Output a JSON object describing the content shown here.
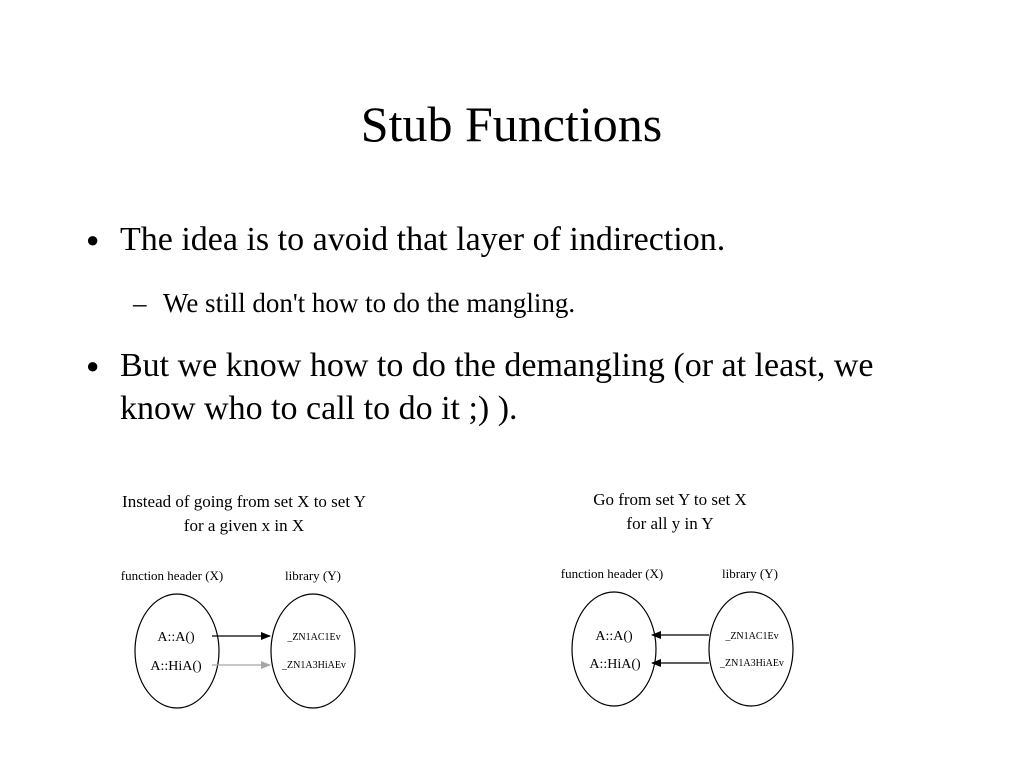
{
  "slide": {
    "title": "Stub Functions",
    "bullets": [
      {
        "marker": "●",
        "text": "The idea is to avoid that layer of indirection."
      },
      {
        "marker": "–",
        "text": "We still don't how to do the mangling."
      },
      {
        "marker": "●",
        "text": "But we know how to do the demangling (or at least, we know who to call to do it ;) )."
      }
    ]
  },
  "diagrams": {
    "left": {
      "caption_line1": "Instead of going from set X to set Y",
      "caption_line2": "for a given x in X",
      "set_x_label": "function header (X)",
      "set_y_label": "library (Y)",
      "x_items": [
        "A::A()",
        "A::HiA()"
      ],
      "y_items": [
        "_ZN1AC1Ev",
        "_ZN1A3HiAEv"
      ],
      "arrow_direction": "x-to-y",
      "arrow_colors": [
        "#000000",
        "#a6a6a6"
      ]
    },
    "right": {
      "caption_line1": "Go from set Y to set X",
      "caption_line2": "for all y in Y",
      "set_x_label": "function header (X)",
      "set_y_label": "library (Y)",
      "x_items": [
        "A::A()",
        "A::HiA()"
      ],
      "y_items": [
        "_ZN1AC1Ev",
        "_ZN1A3HiAEv"
      ],
      "arrow_direction": "y-to-x",
      "arrow_colors": [
        "#000000",
        "#000000"
      ]
    }
  }
}
